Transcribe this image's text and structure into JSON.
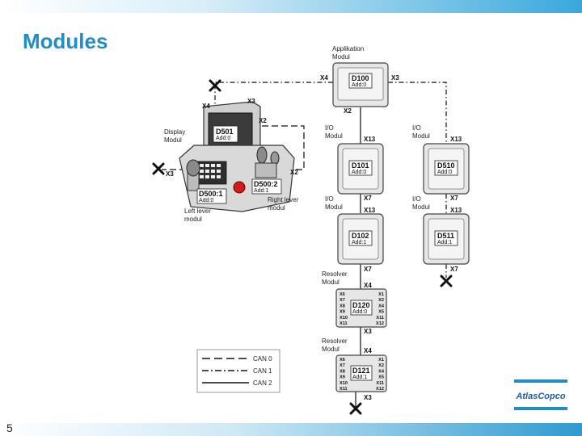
{
  "slide": {
    "title": "Modules",
    "page_number": "5"
  },
  "modules": {
    "applikation": {
      "caption_line1": "Applikation",
      "caption_line2": "Modul",
      "id": "D100",
      "addr": "Add:0",
      "ports": {
        "left": "X4",
        "right": "X3",
        "bottom": "X2"
      }
    },
    "d101": {
      "caption_line1": "I/O",
      "caption_line2": "Modul",
      "id": "D101",
      "addr": "Add:0",
      "ports": {
        "top": "X13",
        "bottom": "X7"
      }
    },
    "d102": {
      "caption_line1": "I/O",
      "caption_line2": "Modul",
      "id": "D102",
      "addr": "Add:1",
      "ports": {
        "top": "X13",
        "bottom": "X7"
      }
    },
    "d510": {
      "caption_line1": "I/O",
      "caption_line2": "Modul",
      "id": "D510",
      "addr": "Add:0",
      "ports": {
        "top": "X13",
        "bottom": "X7"
      }
    },
    "d511": {
      "caption_line1": "I/O",
      "caption_line2": "Modul",
      "id": "D511",
      "addr": "Add:1",
      "ports": {
        "top": "X13",
        "bottom": "X7"
      }
    },
    "d120": {
      "caption_line1": "Resolver",
      "caption_line2": "Modul",
      "id": "D120",
      "addr": "Add:0",
      "ports": {
        "top": "X4",
        "bottom": "X3"
      },
      "left_ports": [
        "X6",
        "X7",
        "X8",
        "X9",
        "X10",
        "X11"
      ],
      "right_ports": [
        "X1",
        "X2",
        "X4",
        "X5",
        "X11",
        "X12"
      ]
    },
    "d121": {
      "caption_line1": "Resolver",
      "caption_line2": "Modul",
      "id": "D121",
      "addr": "Add:1",
      "ports": {
        "top": "X4",
        "bottom": "X3"
      },
      "left_ports": [
        "X6",
        "X7",
        "X8",
        "X9",
        "X10",
        "X11"
      ],
      "right_ports": [
        "X1",
        "X2",
        "X4",
        "X5",
        "X11",
        "X12"
      ]
    },
    "display": {
      "caption_line1": "Display",
      "caption_line2": "Modul",
      "id": "D501",
      "addr": "Add:0",
      "ports": {
        "x4": "X4",
        "x3": "X3",
        "x2": "X2"
      }
    },
    "left_lever": {
      "caption_line1": "Left lever",
      "caption_line2": "modul",
      "id": "D500:1",
      "addr": "Add:0",
      "port": "X3"
    },
    "right_lever": {
      "caption_line1": "Right lever",
      "caption_line2": "modul",
      "id": "D500:2",
      "addr": "Add:1",
      "port": "X2"
    }
  },
  "legend": {
    "items": [
      {
        "label": "CAN 0"
      },
      {
        "label": "CAN 1"
      },
      {
        "label": "CAN 2"
      }
    ]
  },
  "logo": {
    "text": "AtlasCopco"
  },
  "colors": {
    "accent": "#1f8ec6",
    "line": "#111111"
  }
}
